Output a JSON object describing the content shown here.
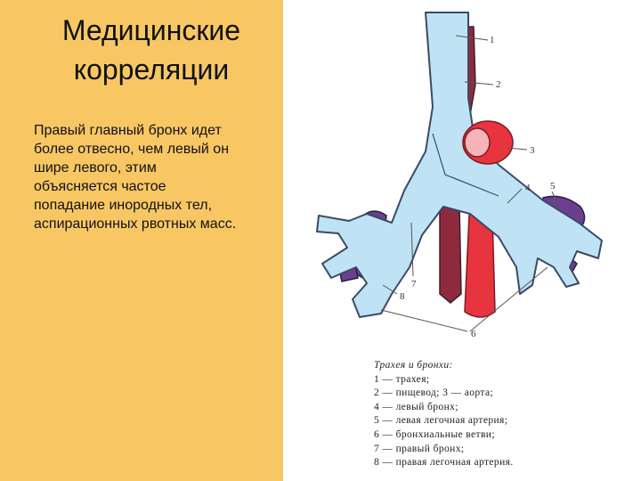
{
  "slide": {
    "title_lines": [
      "Медицинские",
      "корреляции"
    ],
    "body_lines": [
      "Правый главный бронх идет",
      "более отвесно, чем левый он",
      "шире левого, этим",
      "объясняется частое",
      "попадание инородных тел,",
      "аспирационных рвотных масс."
    ]
  },
  "figure": {
    "labels": [
      "1",
      "2",
      "3",
      "4",
      "5",
      "6",
      "7",
      "8"
    ],
    "caption_title": "Трахея и бронхи:",
    "caption_lines": [
      "1 — трахея;",
      "2 — пищевод; 3 — аорта;",
      "4 — левый бронх;",
      "5 — левая легочная артерия;",
      "6 — бронхиальные ветви;",
      "7 — правый бронх;",
      "8 — правая легочная артерия."
    ]
  },
  "colors": {
    "panel_background": "#f8c764",
    "trachea": "#bfe3f4",
    "outline": "#3a4a6a",
    "aorta": "#e8343f",
    "esophagus": "#8f2a3e",
    "pulmonary_artery": "#6a3f8e"
  }
}
